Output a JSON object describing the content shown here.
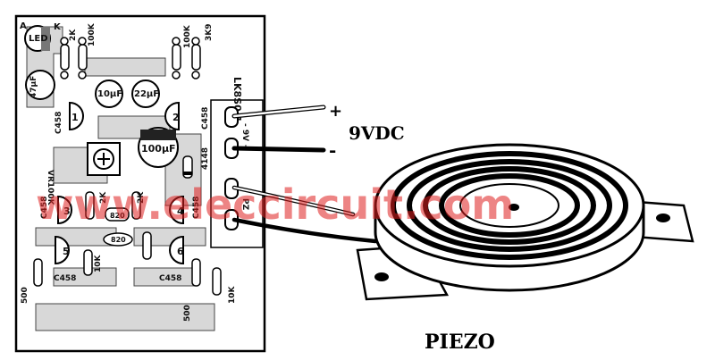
{
  "board": {
    "id": "LK8S0-1",
    "corner_labels": {
      "anode": "A",
      "cathode": "K"
    },
    "components": {
      "led": "LED",
      "r_2k_top": "2K",
      "r_100k_top_left": "100K",
      "r_100k_top_right": "100K",
      "r_3k9": "3K9",
      "cap_47uf": "47µF",
      "cap_10uf": "10µF",
      "cap_22uf": "22µF",
      "cap_100uf": "100µF",
      "ic_label_left": "C458",
      "ic_label_right": "C458",
      "ic_label_mid_left": "C458",
      "ic_label_mid_right": "C458",
      "ic_label_bot_left": "C458",
      "ic_label_bot_right": "C458",
      "vr": "VR100K",
      "diode": "4148",
      "r_820_a": "820",
      "r_820_b": "820",
      "r_2k_a": "2K",
      "r_2k_b": "2K",
      "r_10k_a": "10K",
      "r_10k_b": "10K",
      "r_500_a": "500",
      "r_500_b": "500",
      "ic_numbers": [
        "1",
        "2",
        "3",
        "4",
        "5",
        "6"
      ]
    },
    "terminals": {
      "power": "- 9V +",
      "piezo": "PZ"
    }
  },
  "labels": {
    "plus": "+",
    "minus": "-",
    "supply": "9VDC",
    "piezo": "PIEZO",
    "watermark": "www.eleccircuit.com"
  }
}
